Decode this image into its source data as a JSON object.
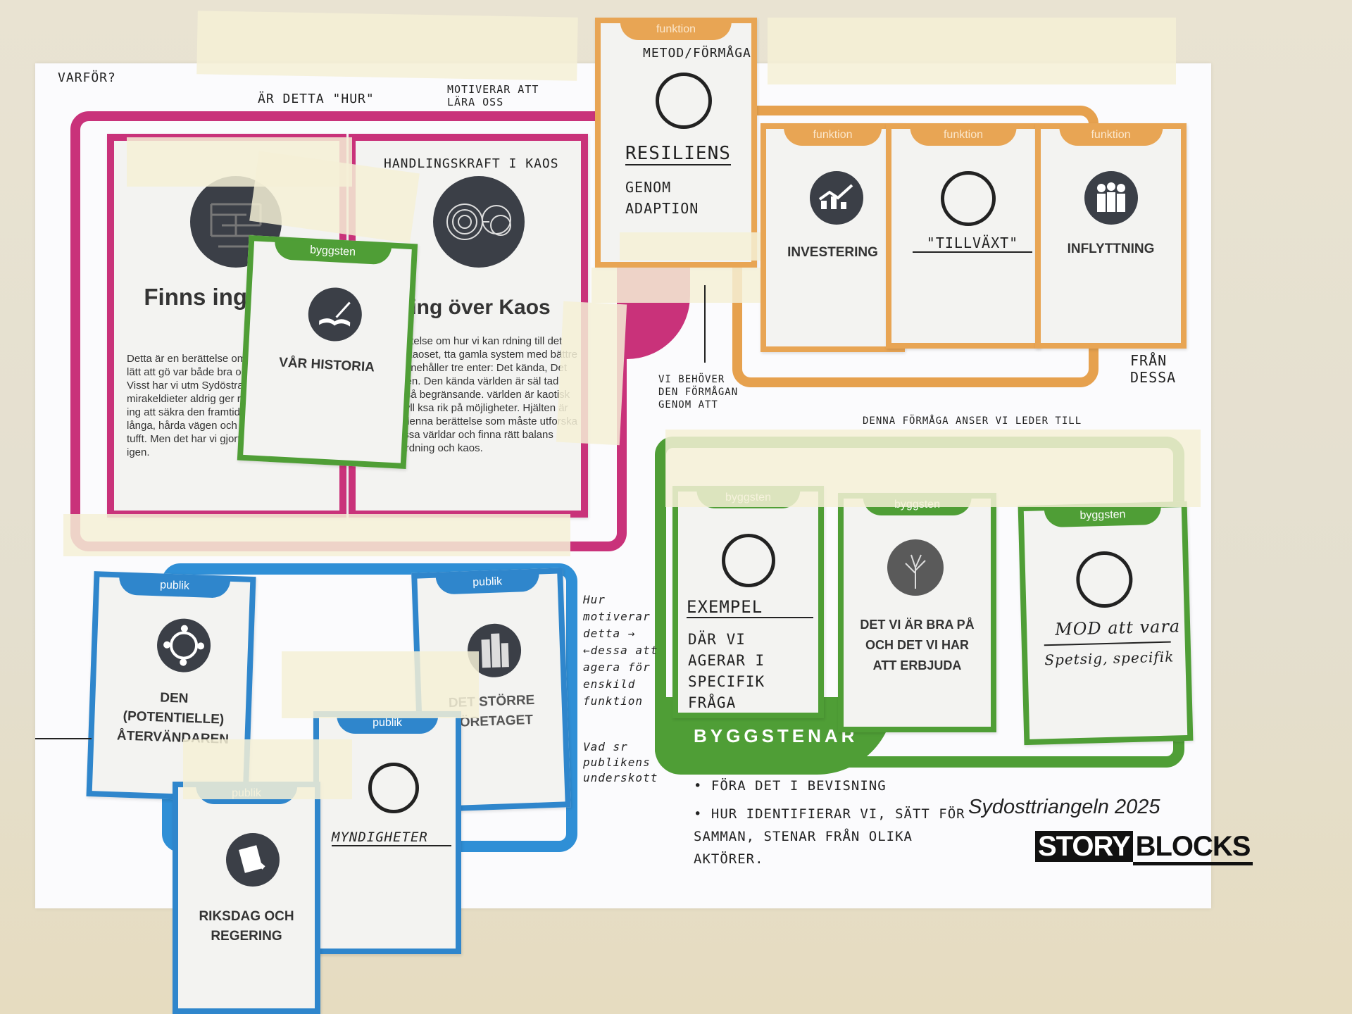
{
  "board": {
    "footer_title": "Sydosttriangeln 2025",
    "logo_part1": "STORY",
    "logo_part2": "BLOCKS",
    "section_label": "BYGGSTENAR"
  },
  "pink_cards": [
    {
      "title": "Finns ingen väg",
      "body": "Detta är en berättelse om bra någonsin är lätt att gö var både bra och lätt så h gjort det. Visst har vi utm Sydöstra Sverige, men p mirakeldieter aldrig ger resultat så finns det ing att säkra den framtid vi behöver gå den långa, hårda vägen och det kommer att bli tufft. Men det har vi gjort förr och gör det nu igen."
    },
    {
      "header": "HANDLINGSKRAFT I KAOS",
      "title": "ning över Kaos",
      "body": "r en berättelse om hur vi kan rdning till det rådande kaoset, tta gamla system med bättre historia innehåller tre enter: Det kända, Det okända ten. Den kända världen är säl tad men också begränsande. världen är kaotisk och riskfyll ksa rik på möjligheter. Hjälten är aren av denna berättelse som måste utforska båda dessa världar och finna rätt balans mellan ordning och kaos."
    }
  ],
  "green_cards": [
    {
      "tab": "byggsten",
      "label": "VÅR HISTORIA",
      "icon": "book-icon"
    },
    {
      "tab": "byggsten",
      "label": "EXEMPEL",
      "hand": "DÄR VI AGERAR I SPECIFIK FRÅGA",
      "icon": "empty-circle"
    },
    {
      "tab": "byggsten",
      "label": "DET VI ÄR BRA PÅ OCH DET VI HAR ATT ERBJUDA",
      "inserted": "DET",
      "icon": "tree-icon"
    },
    {
      "tab": "byggsten",
      "label": "MOD att vara",
      "hand": "Spetsig, specifik",
      "icon": "empty-circle"
    }
  ],
  "orange_cards": [
    {
      "tab": "funktion",
      "label": "METOD/FÖRMÅGA",
      "hand_title": "RESILIENS",
      "hand": "GENOM ADAPTION"
    },
    {
      "tab": "funktion",
      "label": "INVESTERING",
      "icon": "growth-chart-icon"
    },
    {
      "tab": "funktion",
      "label": "\"TILLVÄXT\"",
      "icon": "empty-circle"
    },
    {
      "tab": "funktion",
      "label": "INFLYTTNING",
      "icon": "people-icon"
    }
  ],
  "blue_cards": [
    {
      "tab": "publik",
      "label": "DEN (POTENTIELLE) ÅTERVÄNDAREN",
      "icon": "circle-arrows-icon"
    },
    {
      "tab": "publik",
      "label": "DET STÖRRE FÖRETAGET",
      "icon": "buildings-icon"
    },
    {
      "tab": "publik",
      "label": "MYNDIGHETER",
      "icon": "empty-circle"
    },
    {
      "tab": "publik",
      "label": "RIKSDAG OCH REGERING",
      "icon": "gavel-icon"
    }
  ],
  "annotations": {
    "varfor": "VARFÖR?",
    "ar_detta": "ÄR DETTA \"HUR\"",
    "motiverar": "MOTIVERAR ATT LÄRA OSS",
    "vi_behovs": "VI BEHÖVER DEN FÖRMÅGAN GENOM ATT",
    "denna": "DENNA FÖRMÅGA ANSER VI LEDER TILL",
    "fran_dessa": "FRÅN DESSA",
    "hur_motiverar": "Hur motiverar detta → ←dessa att agera för enskild funktion",
    "vad_sr": "Vad sr publikens underskott",
    "bullet1": "FÖRA DET I BEVISNING",
    "bullet2": "HUR IDENTIFIERAR VI, SÄTT FÖR SAMMAN, STENAR FRÅN OLIKA AKTÖRER."
  }
}
